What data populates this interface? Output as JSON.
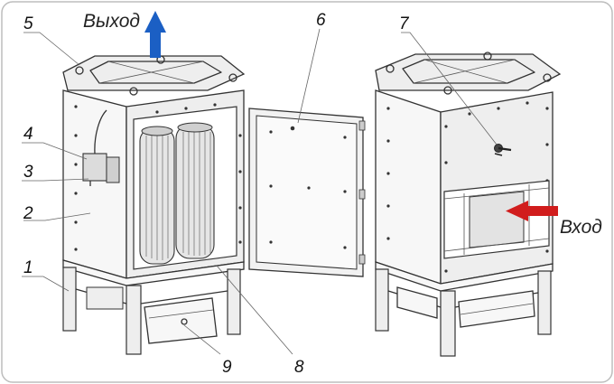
{
  "labels": {
    "out": "Выход",
    "in": "Вход",
    "n1": "1",
    "n2": "2",
    "n3": "3",
    "n4": "4",
    "n5": "5",
    "n6": "6",
    "n7": "7",
    "n8": "8",
    "n9": "9"
  },
  "colors": {
    "outlet_arrow": "#1b5fc4",
    "inlet_arrow": "#d11d1d",
    "frame_border": "#bdbdbd"
  }
}
